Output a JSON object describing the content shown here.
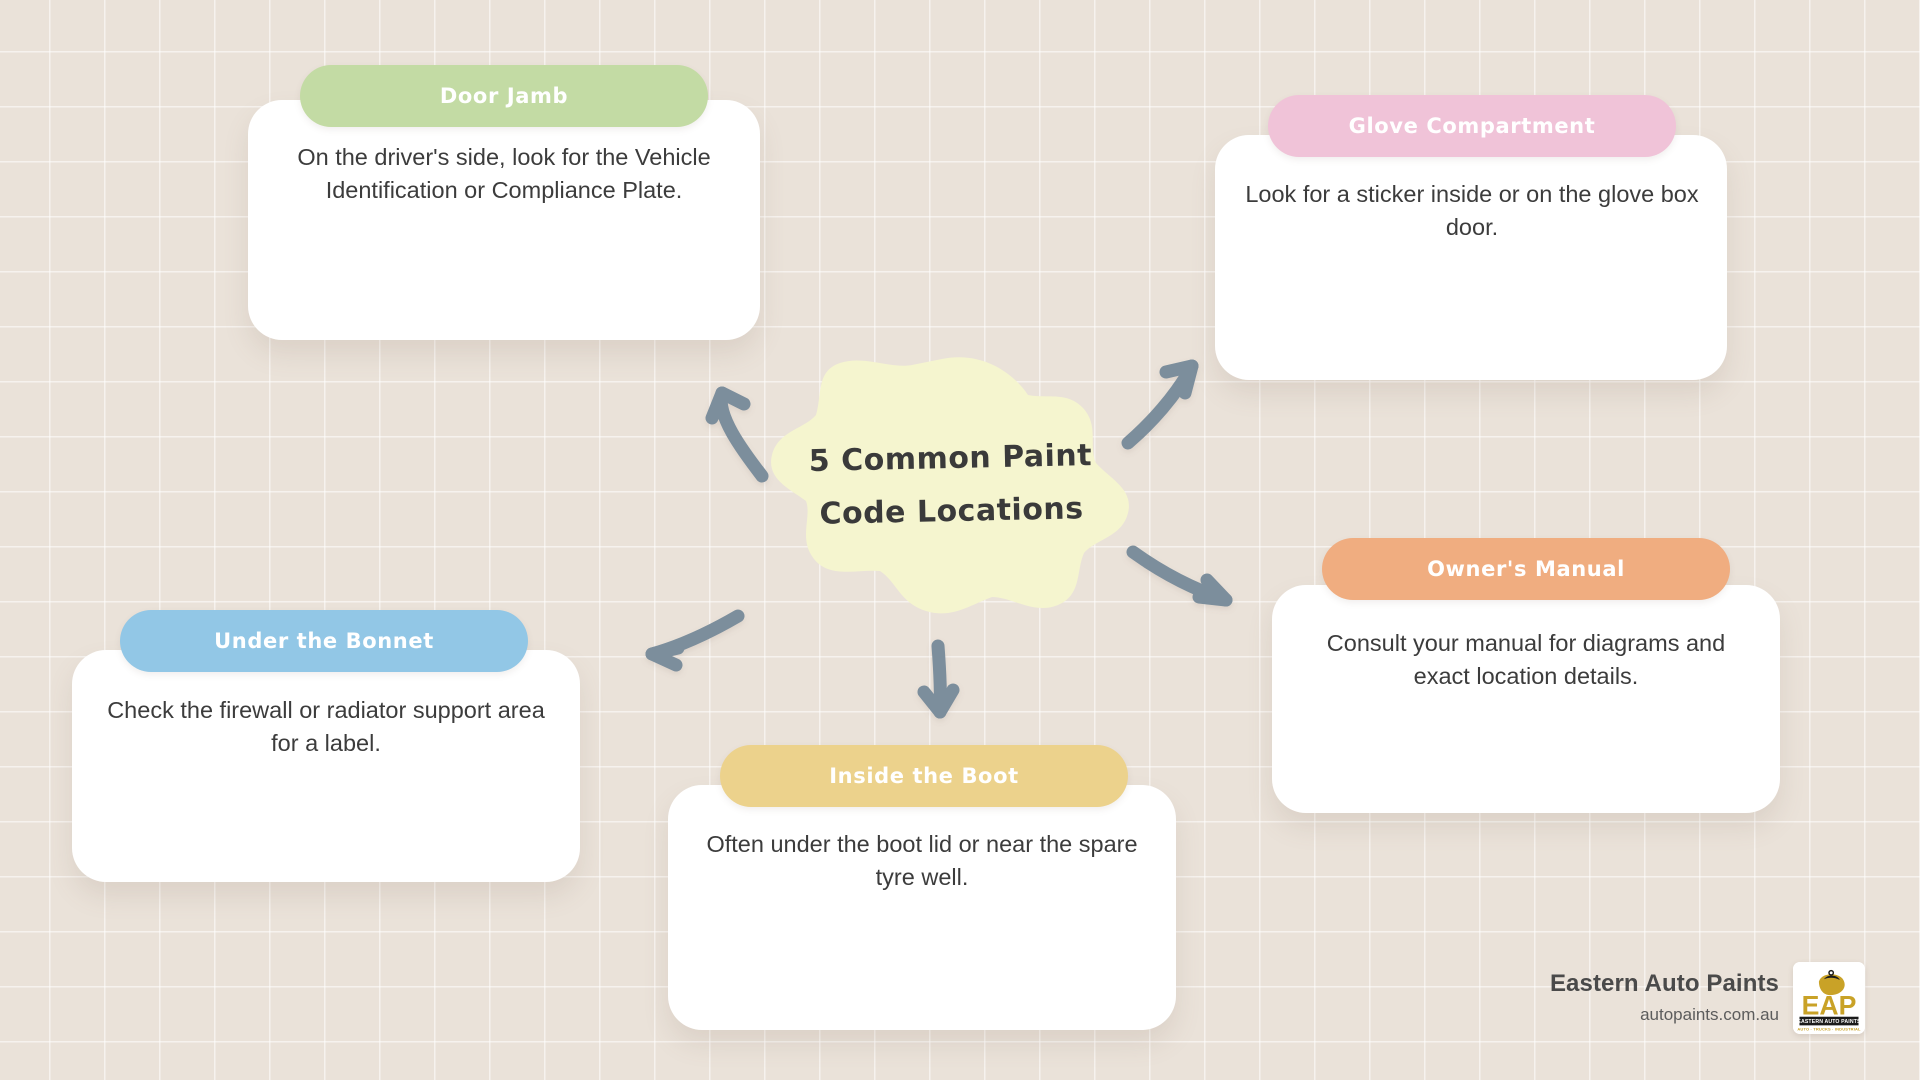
{
  "theme": {
    "background": "#eae2d9",
    "grid_line": "#ffffff",
    "card_background": "#ffffff",
    "body_text": "#3c3c3c",
    "arrow_color": "#7c8e9c",
    "center_blob_fill": "#f5f5cf",
    "center_title_color": "#3a3a3a"
  },
  "center": {
    "title_line1": "5 Common Paint",
    "title_line2": "Code Locations"
  },
  "cards": [
    {
      "id": "door-jamb",
      "header": "Door Jamb",
      "header_color": "#c3dba4",
      "body": "On the driver's side, look for the Vehicle Identification or Compliance Plate."
    },
    {
      "id": "glove",
      "header": "Glove Compartment",
      "header_color": "#f0c3d8",
      "body": "Look for a sticker inside or on the glove box door."
    },
    {
      "id": "bonnet",
      "header": "Under the Bonnet",
      "header_color": "#92c7e6",
      "body": "Check the firewall or radiator support area for a label."
    },
    {
      "id": "manual",
      "header": "Owner's Manual",
      "header_color": "#f0ad80",
      "body": "Consult your manual for diagrams and exact location details."
    },
    {
      "id": "boot",
      "header": "Inside the Boot",
      "header_color": "#ecd28c",
      "body": "Often under the boot lid or near the spare tyre well."
    }
  ],
  "brand": {
    "name": "Eastern Auto Paints",
    "url": "autopaints.com.au",
    "logo_initials": "EAP",
    "logo_caption": "EASTERN AUTO PAINTS",
    "logo_subcaption": "AUTO · TRUCKS · INDUSTRIAL",
    "logo_gold": "#c9a227",
    "logo_dark": "#1a1a1a"
  },
  "arrows": [
    {
      "id": "arrow-to-door-jamb",
      "direction": "up-left"
    },
    {
      "id": "arrow-to-glove",
      "direction": "up-right"
    },
    {
      "id": "arrow-to-bonnet",
      "direction": "down-left"
    },
    {
      "id": "arrow-to-manual",
      "direction": "down-right"
    },
    {
      "id": "arrow-to-boot",
      "direction": "down"
    }
  ]
}
